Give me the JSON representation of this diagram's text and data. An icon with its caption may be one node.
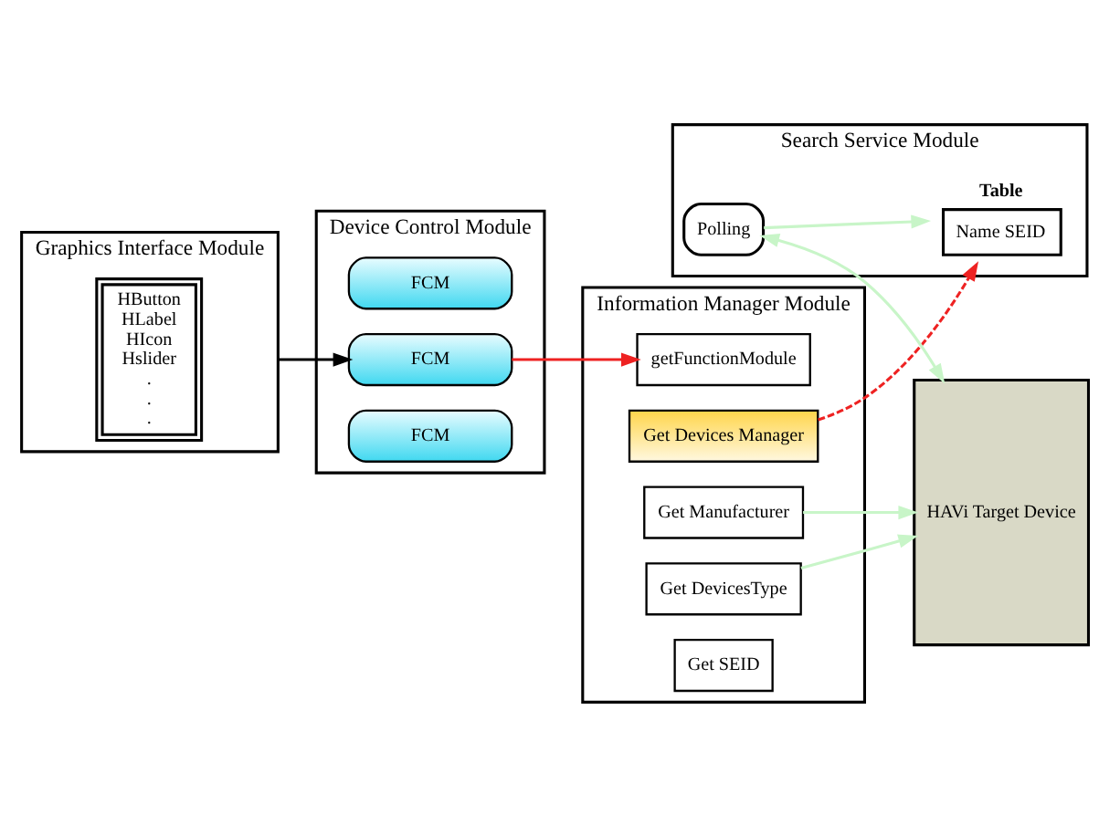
{
  "diagram": {
    "nodes": [
      {
        "text": [
          "Information Manager Module"
        ]
      },
      {
        "text": [
          "getFunctionModule"
        ],
        "in": 0
      },
      {
        "text": [
          "Get Devices Manager"
        ],
        "in": 0
      },
      {
        "text": [
          "Get Manufacturer"
        ],
        "in": 0
      },
      {
        "text": [
          "Get DevicesType"
        ],
        "in": 0
      },
      {
        "text": [
          "Get SEID"
        ],
        "in": 0
      },
      {
        "text": [
          "Graphics Interface Module"
        ]
      },
      {
        "text": [
          "HButton",
          "HLabel",
          "HIcon",
          "Hslider",
          ".",
          ".",
          "."
        ],
        "in": 6
      },
      {
        "text": [
          "HAVi Target Device"
        ]
      },
      {
        "text": [
          "Search Service Module"
        ]
      },
      {
        "text": [
          "Polling"
        ],
        "in": 9
      },
      {
        "text": [
          "Table",
          "Name SEID"
        ],
        "in": 9
      },
      {
        "text": [
          "Device Control Module"
        ]
      },
      {
        "text": [
          "FCM"
        ],
        "in": 12
      },
      {
        "text": [
          "FCM"
        ],
        "in": 12
      },
      {
        "text": [
          "FCM"
        ],
        "in": 12
      }
    ],
    "edges": [
      {
        "from": 3,
        "to": 8,
        "arrow": "to",
        "color": "#c8f5c8"
      },
      {
        "from": 4,
        "to": 8,
        "arrow": "to",
        "color": "#c8f5c8"
      },
      {
        "from": 10,
        "to": 8,
        "arrow": "both",
        "color": "#c8f5c8"
      },
      {
        "from": 10,
        "to": 11,
        "arrow": "to",
        "color": "#c8f5c8"
      },
      {
        "from": 6,
        "to": 14,
        "arrow": "to",
        "color": "#000000"
      },
      {
        "from": 14,
        "to": 1,
        "arrow": "to",
        "color": "#ee2222"
      },
      {
        "from": 2,
        "to": 11,
        "arrow": "to",
        "style": "dashed",
        "color": "#ee2222"
      }
    ]
  }
}
